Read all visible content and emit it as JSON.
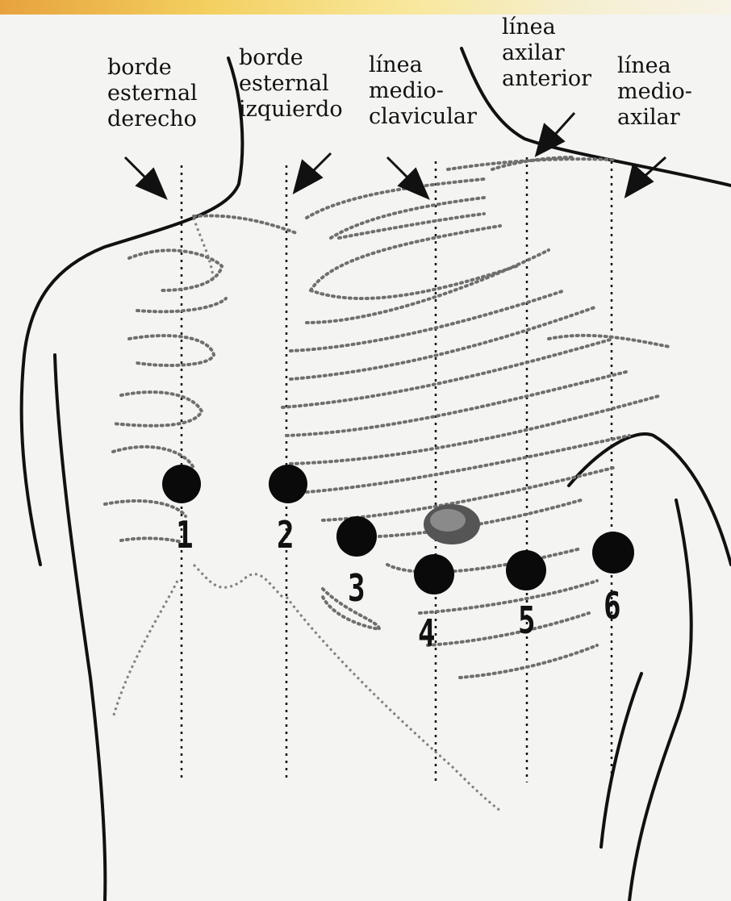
{
  "labels": {
    "right_sternal": {
      "line1": "borde",
      "line2": "esternal",
      "line3": "derecho"
    },
    "left_sternal": {
      "line1": "borde",
      "line2": "esternal",
      "line3": "izquierdo"
    },
    "midclavicular": {
      "line1": "línea",
      "line2": "medio-",
      "line3": "clavicular"
    },
    "anterior_axillary": {
      "line1": "línea",
      "line2": "axilar",
      "line3": "anterior"
    },
    "midaxillary": {
      "line1": "línea",
      "line2": "medio-",
      "line3": "axilar"
    }
  },
  "electrodes": [
    "1",
    "2",
    "3",
    "4",
    "5",
    "6"
  ],
  "colors": {
    "ink": "#111111",
    "rib_dots": "#6f6f6f",
    "background": "#f4f4f2"
  }
}
